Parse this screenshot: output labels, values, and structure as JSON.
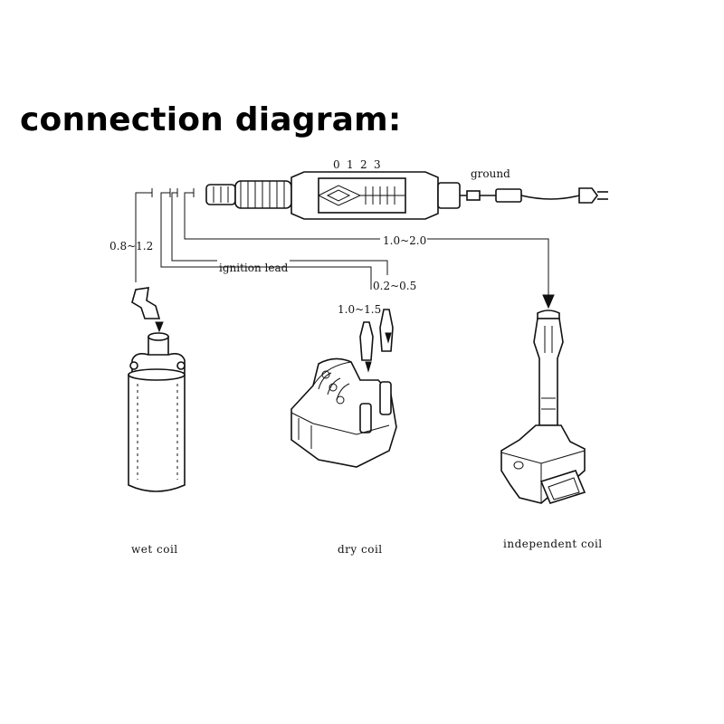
{
  "title": "connection diagram:",
  "scale": [
    "0",
    "1",
    "2",
    "3"
  ],
  "labels": {
    "ground": "ground",
    "gap_wet": "0.8~1.2",
    "gap_independent": "1.0~2.0",
    "ignition_lead": "ignition lead",
    "gap_dry_small": "0.2~0.5",
    "gap_dry_large": "1.0~1.5"
  },
  "captions": {
    "wet": "wet coil",
    "dry": "dry coil",
    "independent": "independent coil"
  }
}
